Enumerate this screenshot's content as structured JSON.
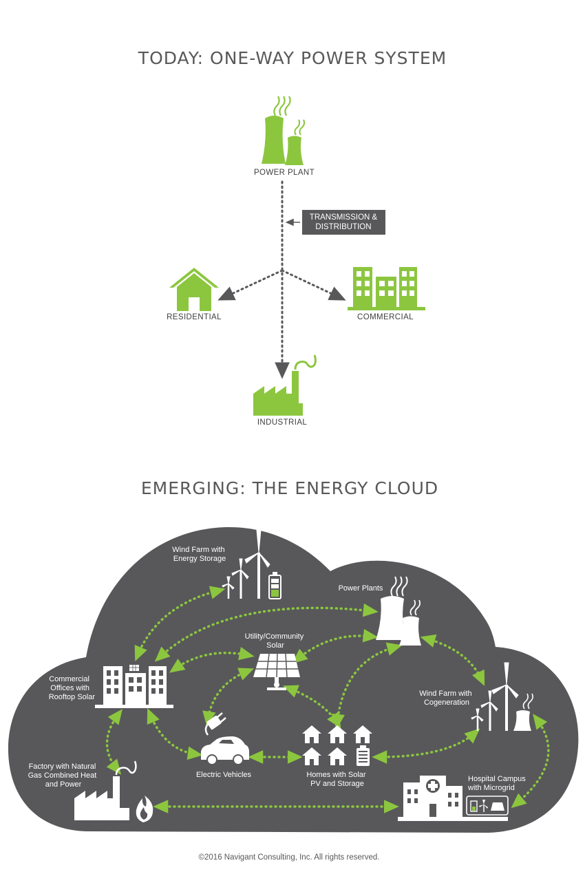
{
  "today": {
    "title": "TODAY: ONE-WAY POWER SYSTEM",
    "nodes": {
      "power_plant": "POWER PLANT",
      "residential": "RESIDENTIAL",
      "commercial": "COMMERCIAL",
      "industrial": "INDUSTRIAL"
    },
    "callout": {
      "line1": "TRANSMISSION &",
      "line2": "DISTRIBUTION"
    }
  },
  "emerging": {
    "title": "EMERGING: THE ENERGY CLOUD",
    "nodes": {
      "wind_storage": [
        "Wind Farm with",
        "Energy Storage"
      ],
      "power_plants": [
        "Power Plants"
      ],
      "utility_solar": [
        "Utility/Community",
        "Solar"
      ],
      "commercial_offices": [
        "Commercial",
        "Offices with",
        "Rooftop Solar"
      ],
      "wind_cogen": [
        "Wind Farm with",
        "Cogeneration"
      ],
      "electric_vehicles": [
        "Electric Vehicles"
      ],
      "homes_solar": [
        "Homes with Solar",
        "PV and Storage"
      ],
      "factory": [
        "Factory with Natural",
        "Gas Combined Heat",
        "and Power"
      ],
      "hospital": [
        "Hospital Campus",
        "with Microgrid"
      ]
    }
  },
  "colors": {
    "green": "#8cc63f",
    "cloud": "#58585a",
    "dark_text": "#3e3e40",
    "white": "#ffffff"
  },
  "footer": "©2016 Navigant Consulting, Inc. All rights reserved."
}
